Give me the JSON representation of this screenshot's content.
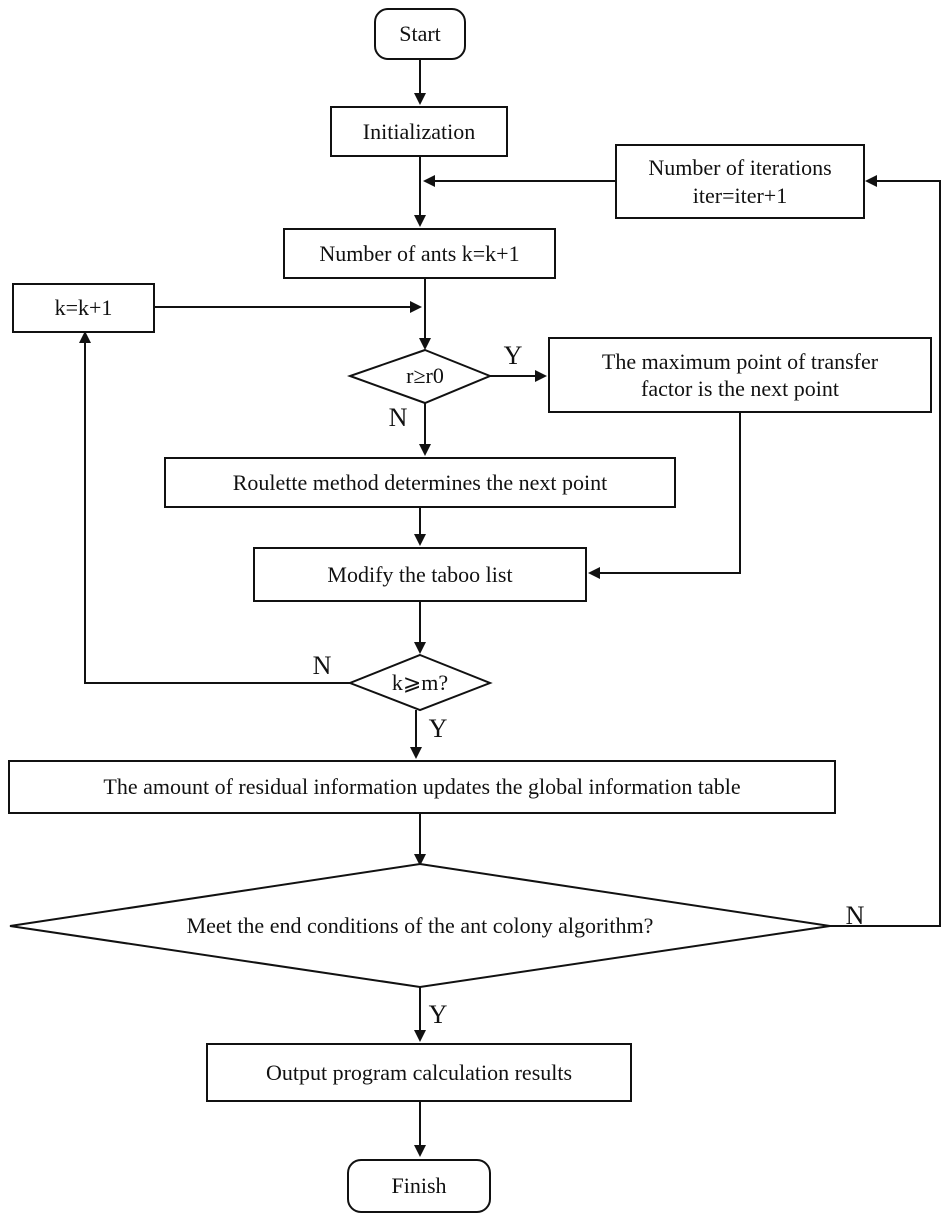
{
  "flowchart": {
    "start": "Start",
    "init": "Initialization",
    "iterations_line1": "Number of iterations",
    "iterations_line2": "iter=iter+1",
    "ants": "Number of ants k=k+1",
    "k_inc": "k=k+1",
    "decision_r": "r≥r0",
    "max_point_line1": "The maximum point of transfer",
    "max_point_line2": "factor is the next point",
    "roulette": "Roulette method determines the next point",
    "taboo": "Modify the taboo list",
    "decision_k": "k⩾m?",
    "update": "The amount of residual information updates the global information table",
    "decision_end": "Meet the end conditions of the ant colony algorithm?",
    "output": "Output program calculation results",
    "finish": "Finish",
    "labels": {
      "r_yes": "Y",
      "r_no": "N",
      "k_no": "N",
      "k_yes": "Y",
      "end_no": "N",
      "end_yes": "Y"
    }
  }
}
